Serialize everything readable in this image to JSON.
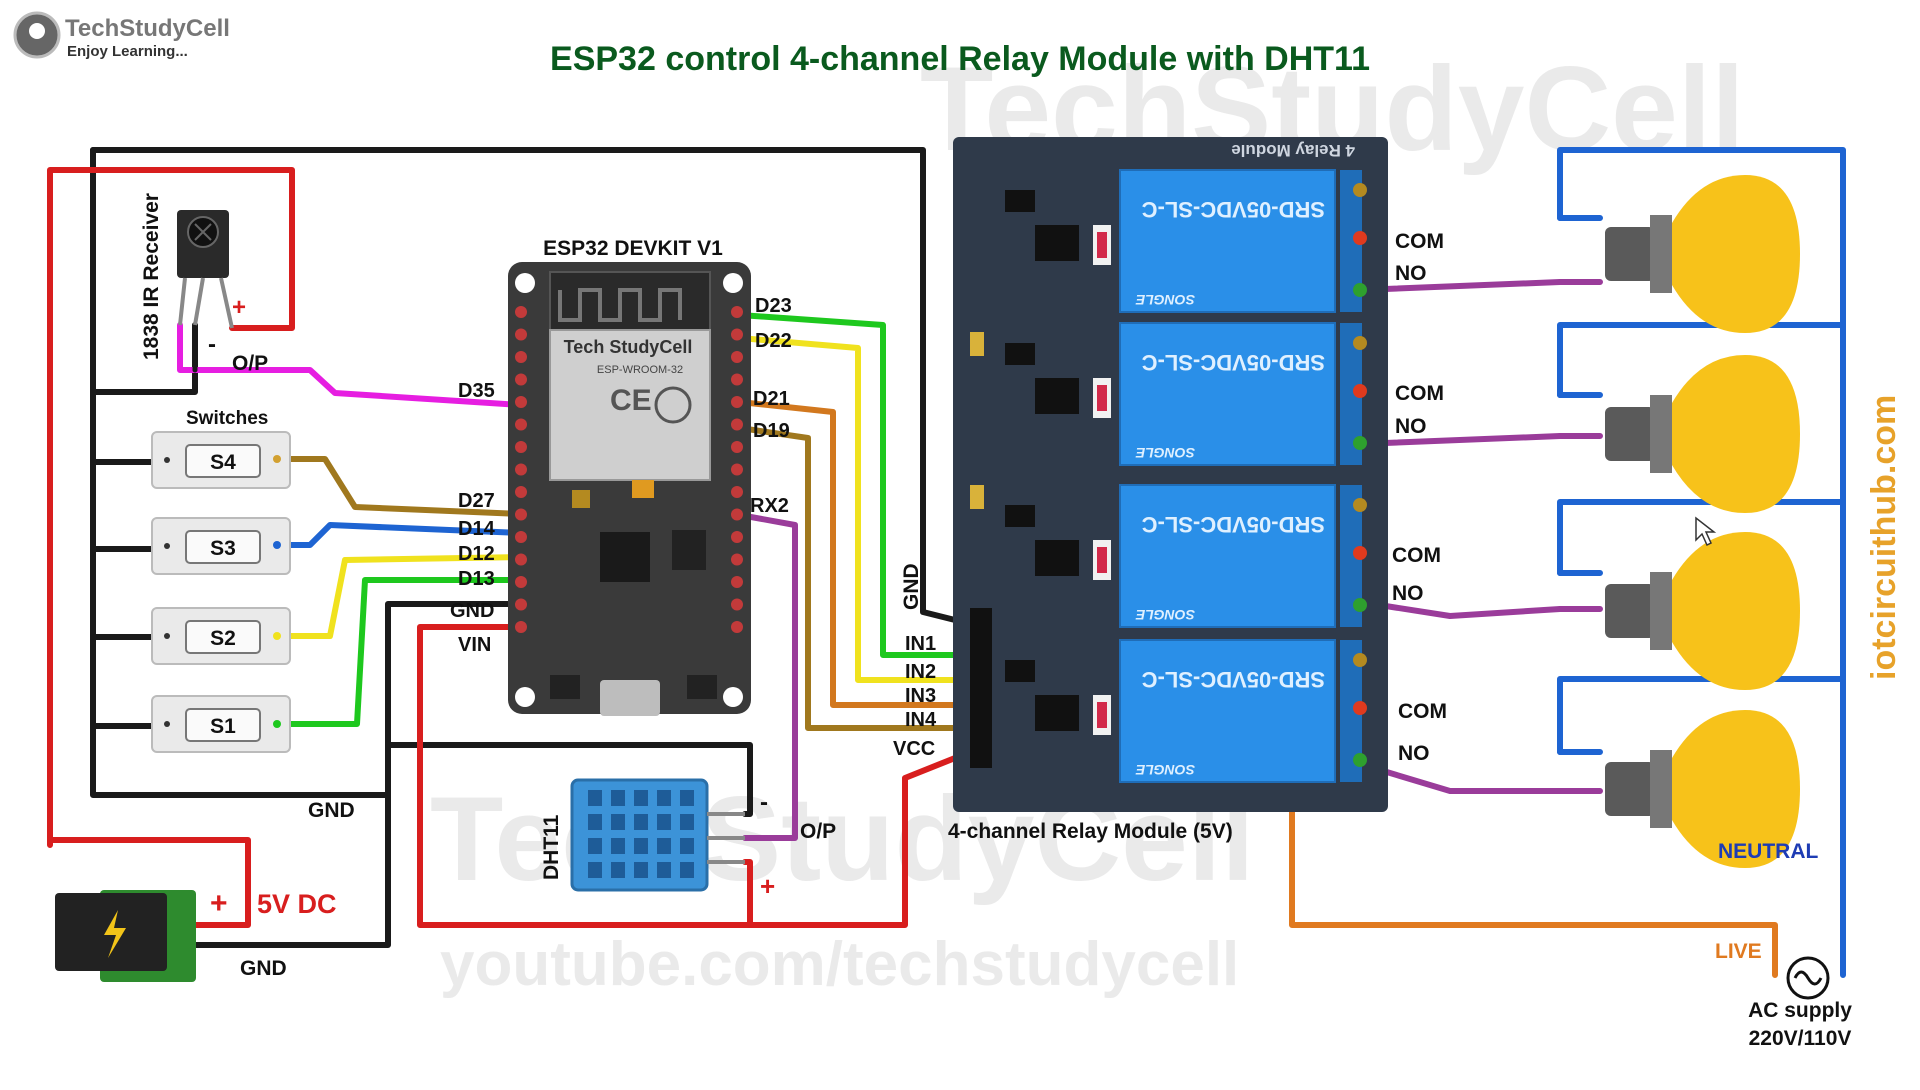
{
  "header": {
    "title": "ESP32 control 4-channel Relay Module with DHT11",
    "logo_name": "TechStudyCell",
    "logo_tagline": "Enjoy Learning..."
  },
  "watermarks": {
    "brand": "TechStudyCell",
    "url": "youtube.com/techstudycell",
    "side_url": "iotcircuithub.com"
  },
  "esp32": {
    "title": "ESP32 DEVKIT V1",
    "chip_brand": "Tech StudyCell",
    "module": "ESP-WROOM-32",
    "pins_left": [
      "D35",
      "D27",
      "D14",
      "D12",
      "D13",
      "GND",
      "VIN"
    ],
    "pins_right": [
      "D23",
      "D22",
      "D21",
      "D19",
      "RX2"
    ]
  },
  "ir_receiver": {
    "label": "1838 IR Receiver",
    "plus": "+",
    "minus": "-",
    "out": "O/P"
  },
  "switches": {
    "title": "Switches",
    "items": [
      "S4",
      "S3",
      "S2",
      "S1"
    ]
  },
  "dht": {
    "label": "DHT11",
    "minus": "-",
    "out": "O/P",
    "plus": "+"
  },
  "power": {
    "plus": "+",
    "label": "5V DC",
    "gnd": "GND"
  },
  "left_gnd_label": "GND",
  "relay": {
    "title": "4-channel Relay Module (5V)",
    "board_title": "4 Relay Module",
    "relay_text": "SRD-05VDC-SL-C",
    "relay_brand": "SONGLE",
    "inputs": [
      "GND",
      "IN1",
      "IN2",
      "IN3",
      "IN4",
      "VCC"
    ],
    "contacts": [
      {
        "com": "COM",
        "no": "NO"
      },
      {
        "com": "COM",
        "no": "NO"
      },
      {
        "com": "COM",
        "no": "NO"
      },
      {
        "com": "COM",
        "no": "NO"
      }
    ]
  },
  "ac": {
    "neutral": "NEUTRAL",
    "live": "LIVE",
    "supply": "AC supply",
    "voltage": "220V/110V"
  },
  "colors": {
    "title": "#0a5a1e",
    "red": "#d81e1e",
    "black": "#1a1a1a",
    "pink": "#e61ee1",
    "green": "#1ec81e",
    "yellow": "#f0e21e",
    "orange": "#d2781e",
    "brown": "#a0781e",
    "purple": "#9a3c9a",
    "blue": "#1e64d2",
    "relay_blue": "#2a8fe8",
    "bulb": "#f7c21a"
  }
}
